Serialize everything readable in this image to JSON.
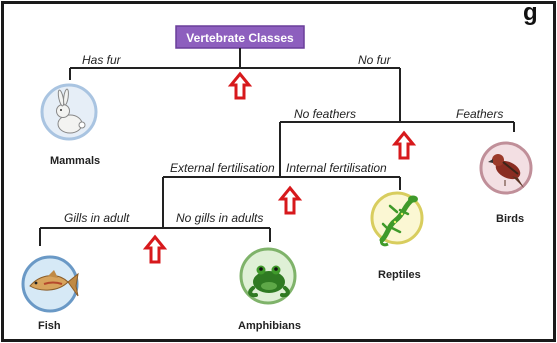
{
  "title": "Vertebrate Classes",
  "branches": {
    "has_fur": "Has fur",
    "no_fur": "No fur",
    "no_feathers": "No feathers",
    "feathers": "Feathers",
    "external_fertilisation": "External fertilisation",
    "internal_fertilisation": "Internal fertilisation",
    "gills_in_adult": "Gills in adult",
    "no_gills_in_adults": "No gills in adults"
  },
  "classes": {
    "mammals": "Mammals",
    "birds": "Birds",
    "reptiles": "Reptiles",
    "fish": "Fish",
    "amphibians": "Amphibians"
  },
  "icons": {
    "mammals": "rabbit-icon",
    "birds": "bird-icon",
    "reptiles": "lizard-icon",
    "fish": "fish-icon",
    "amphibians": "frog-icon"
  },
  "colors": {
    "title_fill": "#8d5fbe",
    "title_border": "#6a3f9a",
    "arrow": "#d7191c",
    "line": "#222222",
    "frame": "#1a1a1a"
  }
}
